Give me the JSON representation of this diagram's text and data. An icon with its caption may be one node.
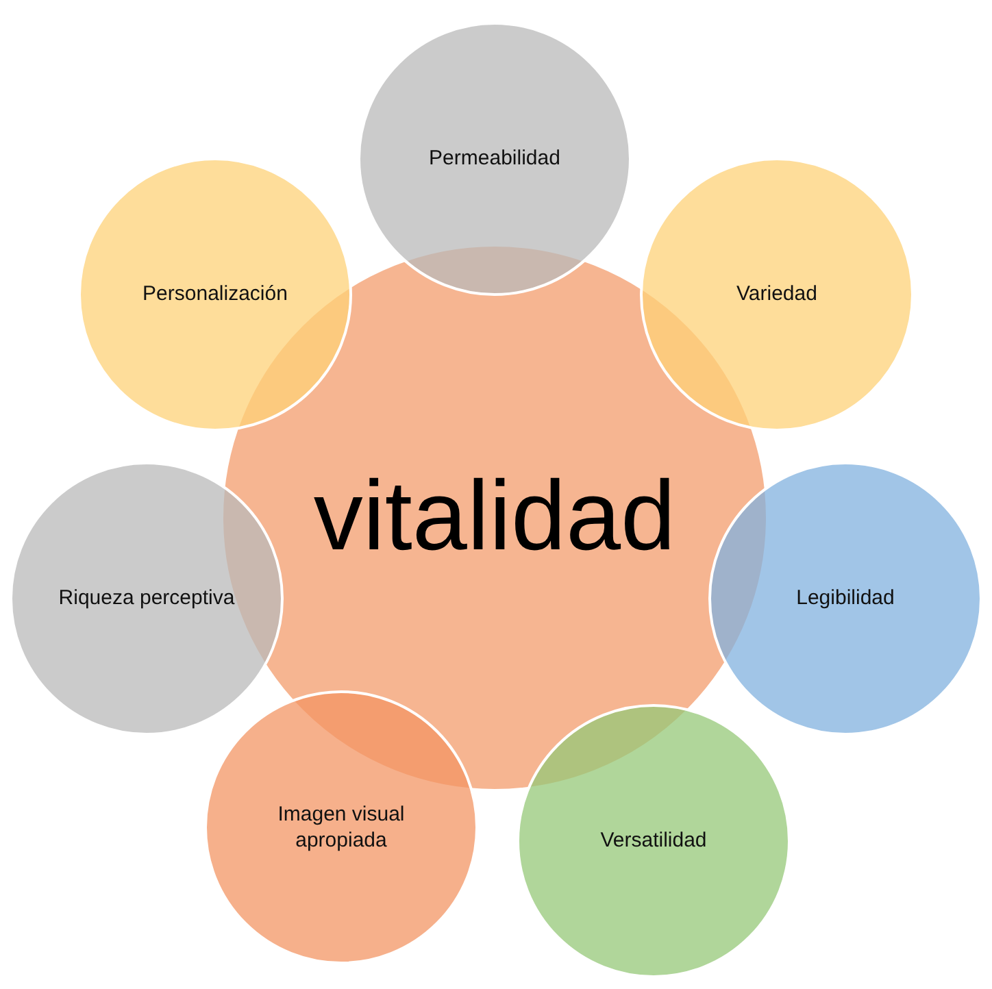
{
  "diagram": {
    "nodes": [
      {
        "text": [
          "vitalidad"
        ]
      },
      {
        "text": [
          "Permeabilidad"
        ]
      },
      {
        "text": [
          "Variedad"
        ]
      },
      {
        "text": [
          "Legibilidad"
        ]
      },
      {
        "text": [
          "Versatilidad"
        ]
      },
      {
        "text": [
          "Imagen visual apropiada"
        ]
      },
      {
        "text": [
          "Riqueza perceptiva"
        ]
      },
      {
        "text": [
          "Personalización"
        ]
      }
    ]
  }
}
